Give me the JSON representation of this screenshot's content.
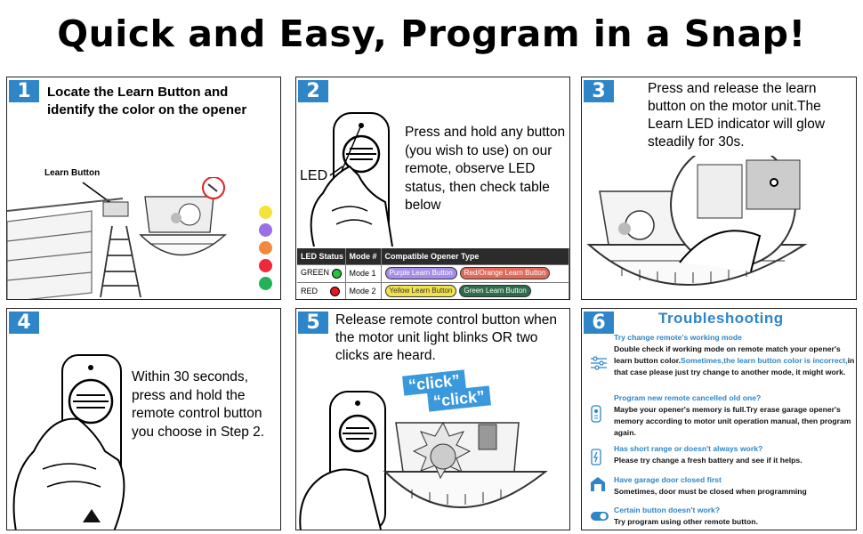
{
  "title": "Quick and Easy, Program in a Snap!",
  "steps": [
    {
      "number": "1",
      "text": "Locate the Learn Button and identify the color on the opener",
      "label": "Learn Button"
    },
    {
      "number": "2",
      "text": "Press and hold any button (you wish to use) on our remote, observe LED status, then check table below",
      "label": "LED"
    },
    {
      "number": "3",
      "text": "Press and release the learn button on the motor unit.The Learn LED indicator will glow steadily for 30s."
    },
    {
      "number": "4",
      "text": "Within 30 seconds, press and hold the remote control button you choose in Step 2."
    },
    {
      "number": "5",
      "text": "Release remote control button when the motor unit light blinks OR two clicks are heard.",
      "click1": "“click”",
      "click2": "“click”"
    },
    {
      "number": "6"
    }
  ],
  "swatch_colors": [
    "#f5e33a",
    "#9a6ee8",
    "#f08a3c",
    "#f0283c",
    "#22b25a"
  ],
  "table": {
    "headers": [
      "LED Status",
      "Mode #",
      "Compatible Opener Type"
    ],
    "rows": [
      {
        "led": "GREEN",
        "led_color": "#22c43a",
        "mode": "Mode 1",
        "types": [
          "Purple Learn Button",
          "Red/Orange Learn Button"
        ]
      },
      {
        "led": "RED",
        "led_color": "#e8141e",
        "mode": "Mode 2",
        "types": [
          "Yellow Learn Button",
          "Green Learn Button"
        ]
      }
    ]
  },
  "troubleshooting": {
    "title": "Troubleshooting",
    "items": [
      {
        "icon": "sliders-icon",
        "heading": "Try change remote's working mode",
        "body_a": "Double check if working mode on remote match your opener's learn button color.",
        "body_link": "Sometimes,the learn button color is incorrect,",
        "body_b": "in that case please just try change to another mode, it might work."
      },
      {
        "icon": "remote-icon",
        "heading": "Program new remote cancelled old one?",
        "body": "Maybe your opener's memory is full.Try erase garage opener's memory according to motor unit operation manual, then program again."
      },
      {
        "icon": "battery-icon",
        "heading": "Has short range or doesn't always work?",
        "body": "Please try change a fresh battery and see if it helps."
      },
      {
        "icon": "garage-icon",
        "heading": "Have garage door closed first",
        "body": "Sometimes, door must be closed when programming"
      },
      {
        "icon": "toggle-icon",
        "heading": "Certain button doesn't work?",
        "body": "Try program using other remote button."
      }
    ]
  }
}
